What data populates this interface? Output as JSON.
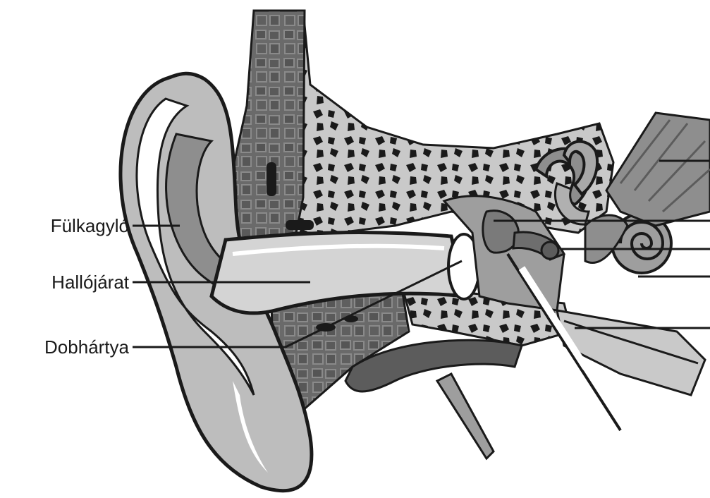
{
  "labels": {
    "auricle": "Fülkagyló",
    "ear_canal": "Hallójárat",
    "eardrum": "Dobhártya"
  },
  "colors": {
    "outline": "#1a1a1a",
    "dark_gray": "#5c5c5c",
    "mid_gray": "#8e8e8e",
    "light_gray": "#c9c9c9",
    "pale": "#e6e6e6",
    "white": "#ffffff"
  }
}
